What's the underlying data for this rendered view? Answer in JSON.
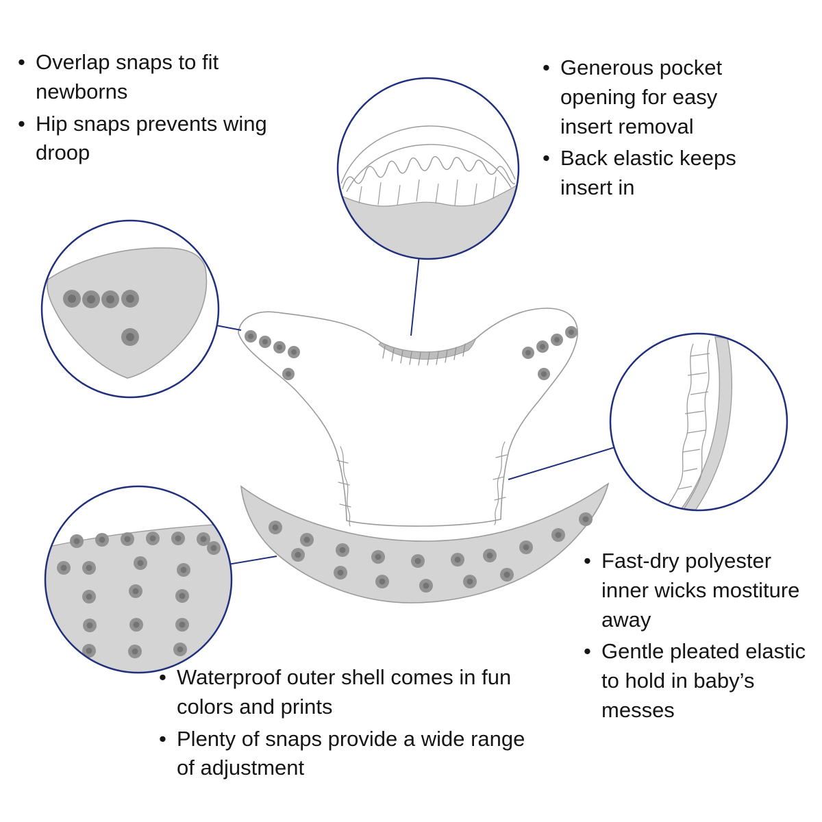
{
  "callouts": {
    "top_left": {
      "items": [
        "Overlap snaps to fit newborns",
        "Hip snaps prevents wing droop"
      ]
    },
    "top_right": {
      "items": [
        "Generous pocket opening for easy insert removal",
        "Back elastic keeps insert in"
      ]
    },
    "bottom_right": {
      "items": [
        "Fast-dry polyester inner wicks mostiture away",
        "Gentle pleated elastic to hold in baby’s messes"
      ]
    },
    "bottom_center": {
      "items": [
        "Waterproof outer shell comes in fun colors and prints",
        "Plenty of snaps provide a wide range of adjustment"
      ]
    }
  },
  "colors": {
    "accent_navy": "#20307d",
    "fabric_gray": "#d4d4d4",
    "detail_gray": "#9a9a9a",
    "snap_gray": "#8e8e8e",
    "text": "#151515"
  }
}
